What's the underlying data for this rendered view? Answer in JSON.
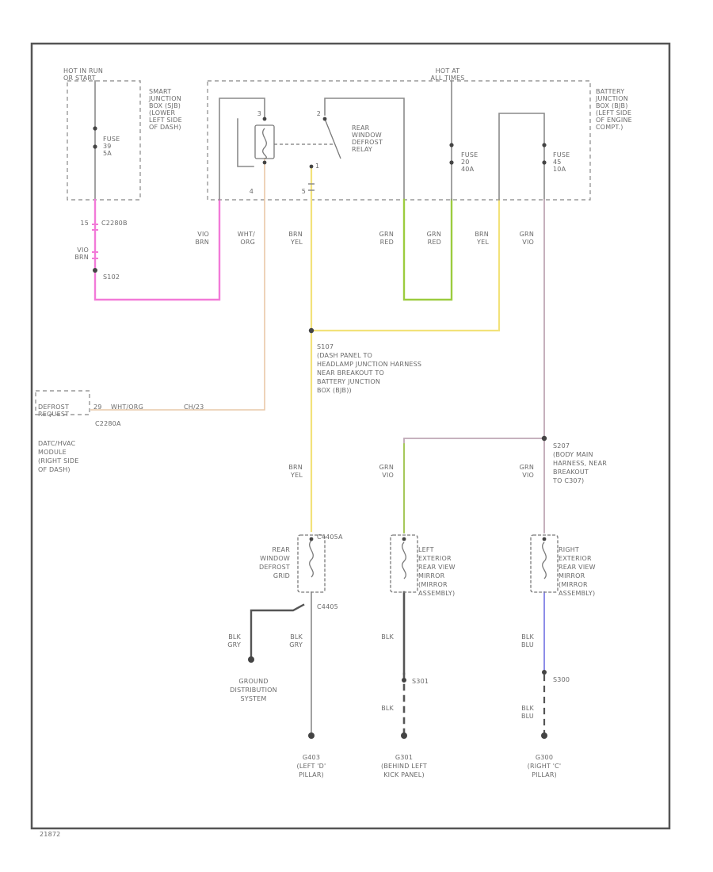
{
  "colors": {
    "pink": "#f27ad8",
    "yellow": "#f2e27a",
    "green": "#9ccc3f",
    "wht_org": "#e9c8a8",
    "grn_vio": "#bfa7b5",
    "blue": "#8d8de8",
    "gray_wire": "#8a8a8a",
    "dark_wire": "#555555"
  },
  "diagram": {
    "hot_run": [
      "HOT IN RUN",
      "OR START"
    ],
    "hot_all": [
      "HOT AT",
      "ALL TIMES"
    ],
    "sjb_desc": [
      "SMART",
      "JUNCTION",
      "BOX (SJB)",
      "(LOWER",
      "LEFT SIDE",
      "OF DASH)"
    ],
    "bjb_desc": [
      "BATTERY",
      "JUNCTION",
      "BOX (BJB)",
      "(LEFT SIDE",
      "OF ENGINE",
      "COMPT.)"
    ],
    "fuse_sjb": [
      "FUSE",
      "39",
      "5A"
    ],
    "fuse_bjb1": [
      "FUSE",
      "20",
      "40A"
    ],
    "fuse_bjb2": [
      "FUSE",
      "45",
      "10A"
    ],
    "relay_desc": [
      "REAR",
      "WINDOW",
      "DEFROST",
      "RELAY"
    ],
    "pin_3": "3",
    "pin_2": "2",
    "pin_4": "4",
    "pin_5": "5",
    "pin_1": "1",
    "c_top": "C2280B",
    "pin_15": "15",
    "vio_brn": [
      "VIO",
      "BRN"
    ],
    "s102": "S102",
    "w_vio_brn": [
      "VIO",
      "BRN"
    ],
    "w_wht_org": [
      "WHT/",
      "ORG"
    ],
    "w_brn_yel": [
      "BRN",
      "YEL"
    ],
    "w_grn_red1": [
      "GRN",
      "RED"
    ],
    "w_grn_red2": [
      "GRN",
      "RED"
    ],
    "w_brn_yel2": [
      "BRN",
      "YEL"
    ],
    "w_grn_vio": [
      "GRN",
      "VIO"
    ],
    "s107": [
      "S107",
      "(DASH PANEL TO",
      "HEADLAMP JUNCTION HARNESS",
      "NEAR BREAKOUT TO",
      "BATTERY JUNCTION",
      "BOX (BJB))"
    ],
    "defrost_req": [
      "DEFROST",
      "REQUEST"
    ],
    "ptn_29": "29",
    "w_wht_org_h": "WHT/ORG",
    "c2402": "CH/23",
    "c_hvac": "C2280A",
    "hvac_desc": [
      "DATC/HVAC",
      "MODULE",
      "(RIGHT SIDE",
      "OF DASH)"
    ],
    "s207": [
      "S207",
      "(BODY MAIN",
      "HARNESS, NEAR",
      "BREAKOUT",
      "TO C307)"
    ],
    "w_brn_yel3": [
      "BRN",
      "YEL"
    ],
    "w_grn_vio2": [
      "GRN",
      "VIO"
    ],
    "w_grn_vio3": [
      "GRN",
      "VIO"
    ],
    "grid_desc": [
      "REAR",
      "WINDOW",
      "DEFROST",
      "GRID"
    ],
    "c4405a": "C4405A",
    "c4405": "C4405",
    "lmirror_desc": [
      "LEFT",
      "EXTERIOR",
      "REAR VIEW",
      "MIRROR",
      "(MIRROR",
      "ASSEMBLY)"
    ],
    "rmirror_desc": [
      "RIGHT",
      "EXTERIOR",
      "REAR VIEW",
      "MIRROR",
      "(MIRROR",
      "ASSEMBLY)"
    ],
    "w_blk_gry": [
      "BLK",
      "GRY"
    ],
    "w_blk_gry2": [
      "BLK",
      "GRY"
    ],
    "w_blk": "BLK",
    "w_blk_blu": [
      "BLK",
      "BLU"
    ],
    "s301": "S301",
    "s300": "S300",
    "w_blk2": "BLK",
    "w_blk_blu2": [
      "BLK",
      "BLU"
    ],
    "ground_desc": [
      "GROUND",
      "DISTRIBUTION",
      "SYSTEM"
    ],
    "g403": [
      "G403",
      "(LEFT 'D'",
      "PILLAR)"
    ],
    "g301": [
      "G301",
      "(BEHIND LEFT",
      "KICK PANEL)"
    ],
    "g300": [
      "G300",
      "(RIGHT 'C'",
      "PILLAR)"
    ],
    "footer_id": "21872"
  }
}
